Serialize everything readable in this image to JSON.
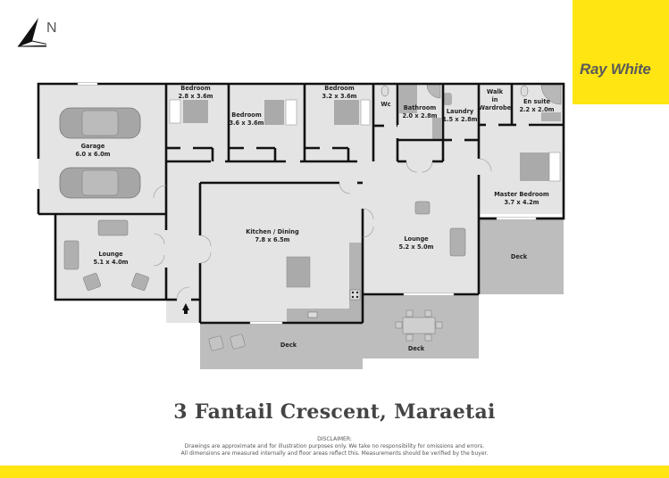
{
  "brand": {
    "name": "Ray White",
    "color": "#ffe512",
    "text_color": "#5a5a5a"
  },
  "compass": {
    "label": "N",
    "icon": "north-arrow-icon"
  },
  "title": "3 Fantail Crescent, Maraetai",
  "disclaimer": {
    "heading": "DISCLAIMER:",
    "line1": "Drawings are approximate and for illustration purposes only. We take no responsibility for omissions and errors.",
    "line2": "All dimensions are measured internally and floor areas reflect this. Measurements should be verified by the buyer."
  },
  "colors": {
    "floor": "#e4e4e4",
    "deck": "#bdbdbd",
    "fixture": "#a9a9a9",
    "wall": "#111111"
  },
  "rooms": {
    "garage": {
      "name": "Garage",
      "size": "6.0 x 6.0m"
    },
    "bedroom1": {
      "name": "Bedroom",
      "size": "2.8 x 3.6m"
    },
    "bedroom2": {
      "name": "Bedroom",
      "size": "3.6 x 3.6m"
    },
    "bedroom3": {
      "name": "Bedroom",
      "size": "3.2 x 3.6m"
    },
    "wc": {
      "name": "Wc"
    },
    "bathroom": {
      "name": "Bathroom",
      "size": "2.0 x 2.8m"
    },
    "laundry": {
      "name": "Laundry",
      "size": "1.5 x 2.8m"
    },
    "wardrobe": {
      "name": "Walk",
      "name2": "in",
      "name3": "Wardrobe"
    },
    "ensuite": {
      "name": "En suite",
      "size": "2.2 x 2.0m"
    },
    "master": {
      "name": "Master Bedroom",
      "size": "3.7 x 4.2m"
    },
    "lounge1": {
      "name": "Lounge",
      "size": "5.1 x 4.0m"
    },
    "kitchen": {
      "name": "Kitchen / Dining",
      "size": "7.8 x 6.5m"
    },
    "lounge2": {
      "name": "Lounge",
      "size": "5.2 x 5.0m"
    },
    "deck1": {
      "name": "Deck"
    },
    "deck2": {
      "name": "Deck"
    },
    "deck3": {
      "name": "Deck"
    }
  }
}
